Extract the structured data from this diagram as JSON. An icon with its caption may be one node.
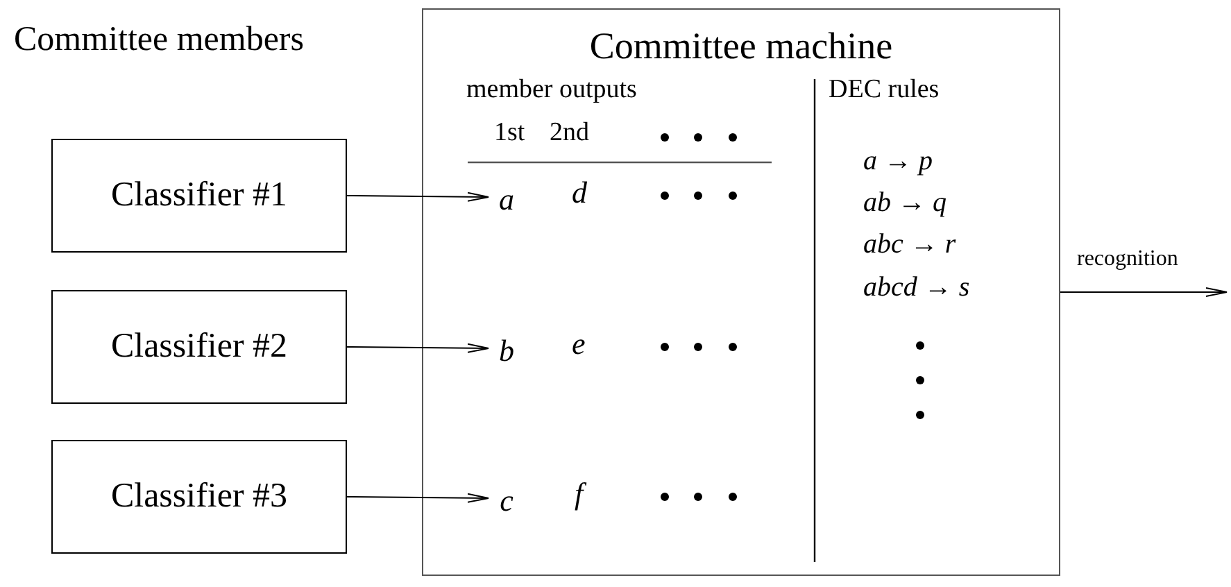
{
  "diagram": {
    "nodes": [
      {
        "text": [
          "Classifier #1"
        ]
      },
      {
        "text": [
          "Classifier #2"
        ]
      },
      {
        "text": [
          "Classifier #3"
        ]
      },
      {
        "text": [
          "Committee machine"
        ]
      },
      {
        "text": [
          "a"
        ],
        "in": 3
      },
      {
        "text": [
          "b"
        ],
        "in": 3
      },
      {
        "text": [
          "c"
        ],
        "in": 3
      }
    ],
    "edges": [
      {
        "from": 0,
        "to": 4,
        "arrow": "to"
      },
      {
        "from": 1,
        "to": 5,
        "arrow": "to"
      },
      {
        "from": 2,
        "to": 6,
        "arrow": "to"
      },
      {
        "from": 3,
        "to": null,
        "arrow": "to",
        "label": "recognition"
      }
    ],
    "labels": [
      "Committee members",
      "member outputs",
      "DEC rules",
      "1st",
      "2nd",
      "a → p",
      "d",
      "ab → q",
      "abc → r",
      "abcd → s",
      "e",
      "f"
    ]
  }
}
